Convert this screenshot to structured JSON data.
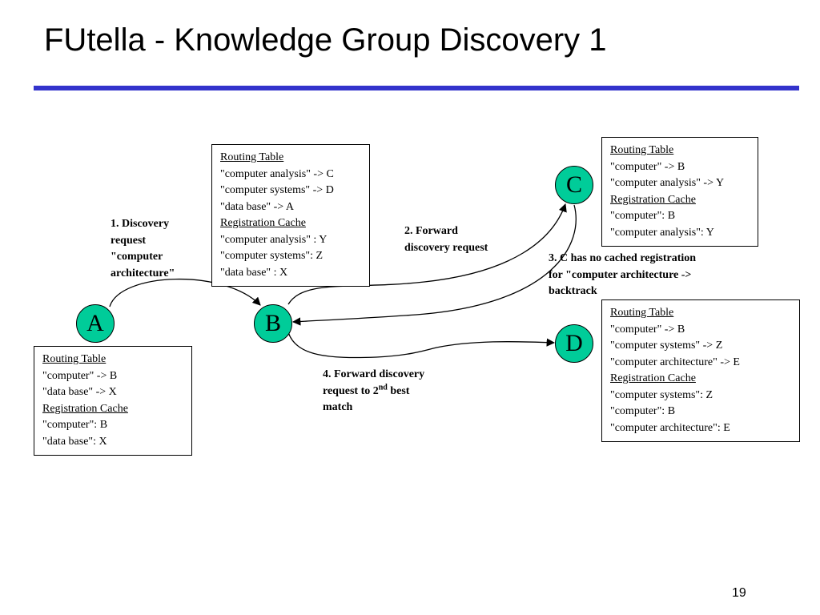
{
  "title": "FUtella - Knowledge Group Discovery 1",
  "page_number": "19",
  "colors": {
    "rule": "#3333cc",
    "node_fill": "#00cc99"
  },
  "nodes": {
    "a": "A",
    "b": "B",
    "c": "C",
    "d": "D"
  },
  "table_b": {
    "routing_header": "Routing Table",
    "routing": [
      "\"computer analysis\" -> C",
      "\"computer systems\" -> D",
      "\"data base\" -> A"
    ],
    "cache_header": "Registration Cache",
    "cache": [
      "\"computer analysis\" : Y",
      "\"computer systems\": Z",
      "\"data base\" : X"
    ]
  },
  "table_c": {
    "routing_header": "Routing Table",
    "routing": [
      "\"computer\" -> B",
      "\"computer analysis\" -> Y"
    ],
    "cache_header": "Registration Cache",
    "cache": [
      "\"computer\": B",
      "\"computer analysis\": Y"
    ]
  },
  "table_a": {
    "routing_header": "Routing Table",
    "routing": [
      "\"computer\" -> B",
      "\"data base\" -> X"
    ],
    "cache_header": "Registration Cache",
    "cache": [
      "\"computer\": B",
      "\"data base\": X"
    ]
  },
  "table_d": {
    "routing_header": "Routing Table",
    "routing": [
      "\"computer\" -> B",
      "\"computer systems\" -> Z",
      "\"computer architecture\" -> E"
    ],
    "cache_header": "Registration Cache",
    "cache": [
      "\"computer systems\": Z",
      "\"computer\": B",
      "\"computer architecture\": E"
    ]
  },
  "steps": {
    "step1": [
      "1. Discovery",
      "request",
      "\"computer",
      "architecture\""
    ],
    "step2": [
      "2. Forward",
      "discovery request"
    ],
    "step3": [
      "3. C has no cached registration",
      "for \"computer architecture ->",
      "backtrack"
    ],
    "step4": {
      "line1": "4. Forward discovery",
      "line2_pre": "request to 2",
      "line2_sup": "nd",
      "line2_post": " best",
      "line3": "match"
    }
  }
}
